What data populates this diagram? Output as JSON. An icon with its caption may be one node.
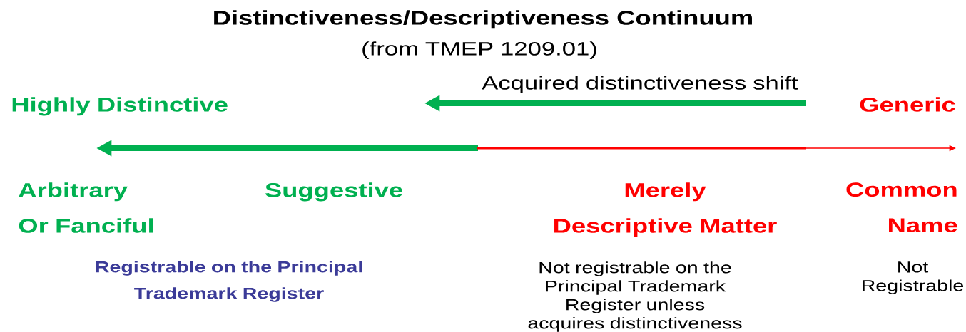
{
  "diagram": {
    "title": "Distinctiveness/Descriptiveness Continuum",
    "labels": [
      "(from TMEP 1209.01)",
      "Acquired distinctiveness shift",
      "Highly Distinctive",
      "Generic",
      "Arbitrary Or Fanciful",
      "Suggestive",
      "Merely Descriptive Matter",
      "Common Name",
      "Registrable on the Principal Trademark Register",
      "Not registrable on the Principal Trademark Register unless acquires distinctiveness",
      "Not Registrable"
    ]
  }
}
